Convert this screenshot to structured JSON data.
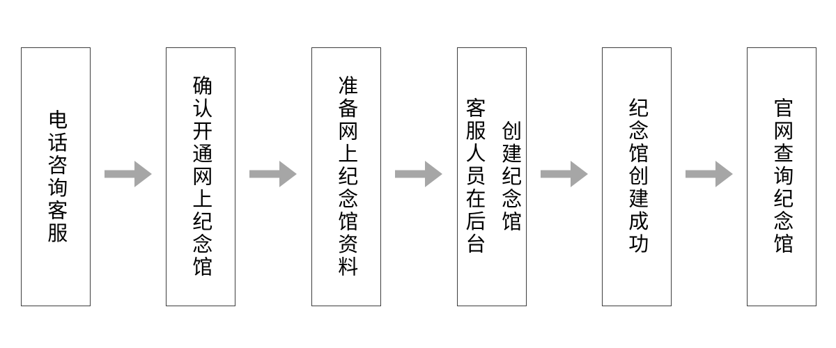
{
  "flow": {
    "title": "memorial-hall-creation-process",
    "steps": [
      {
        "label": "电话咨询客服"
      },
      {
        "label": "确认开通网上纪念馆"
      },
      {
        "label": "准备网上纪念馆资料"
      },
      {
        "label": "客服人员在后台\n创建纪念馆"
      },
      {
        "label": "纪念馆创建成功"
      },
      {
        "label": "官网查询纪念馆"
      }
    ],
    "colors": {
      "box_border": "#3d3d3d",
      "text": "#000000",
      "arrow_fill": "#a6a6a6",
      "background": "#ffffff"
    }
  }
}
